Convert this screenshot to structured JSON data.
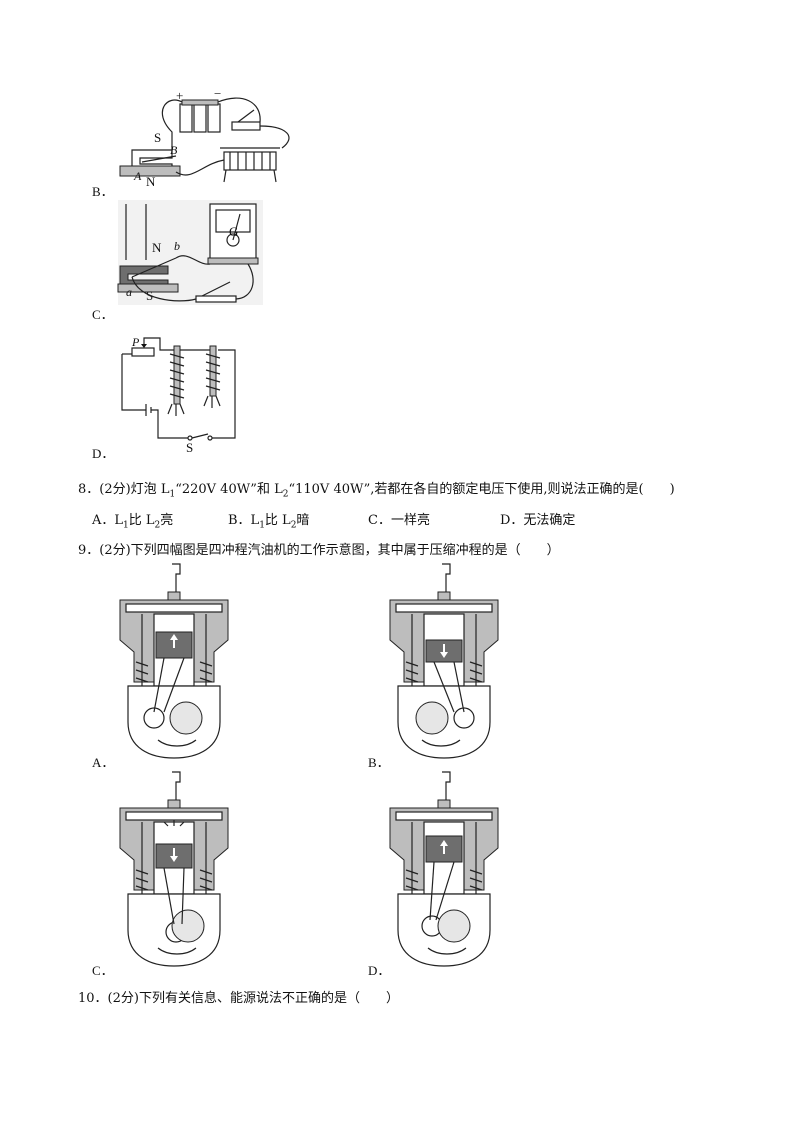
{
  "options_top": {
    "B": "B．",
    "C": "C．",
    "D": "D．"
  },
  "diagram_labels": {
    "b_S": "S",
    "b_B": "B",
    "b_A": "A",
    "b_N": "N",
    "b_plus": "+",
    "b_minus": "−",
    "c_N": "N",
    "c_S": "S",
    "c_a": "a",
    "c_b": "b",
    "c_G": "G",
    "d_P": "P",
    "d_S": "S"
  },
  "q8": {
    "prefix": "8．(2分)灯泡 L",
    "sub1": "1",
    "mid1": "“220V 40W”和 L",
    "sub2": "2",
    "rest": "“110V 40W”,若都在各自的额定电压下使用,则说法正确的是(　　)",
    "choices": {
      "A_pre": "A．L",
      "A_s1": "1",
      "A_mid": "比 L",
      "A_s2": "2",
      "A_post": "亮",
      "B_pre": "B．L",
      "B_s1": "1",
      "B_mid": "比 L",
      "B_s2": "2",
      "B_post": "暗",
      "C": "C．一样亮",
      "D": "D．无法确定"
    }
  },
  "q9": {
    "text": "9．(2分)下列四幅图是四冲程汽油机的工作示意图，其中属于压缩冲程的是（　　）",
    "labels": {
      "A": "A．",
      "B": "B．",
      "C": "C．",
      "D": "D．"
    }
  },
  "q10": {
    "text": "10．(2分)下列有关信息、能源说法不正确的是（　　）"
  }
}
